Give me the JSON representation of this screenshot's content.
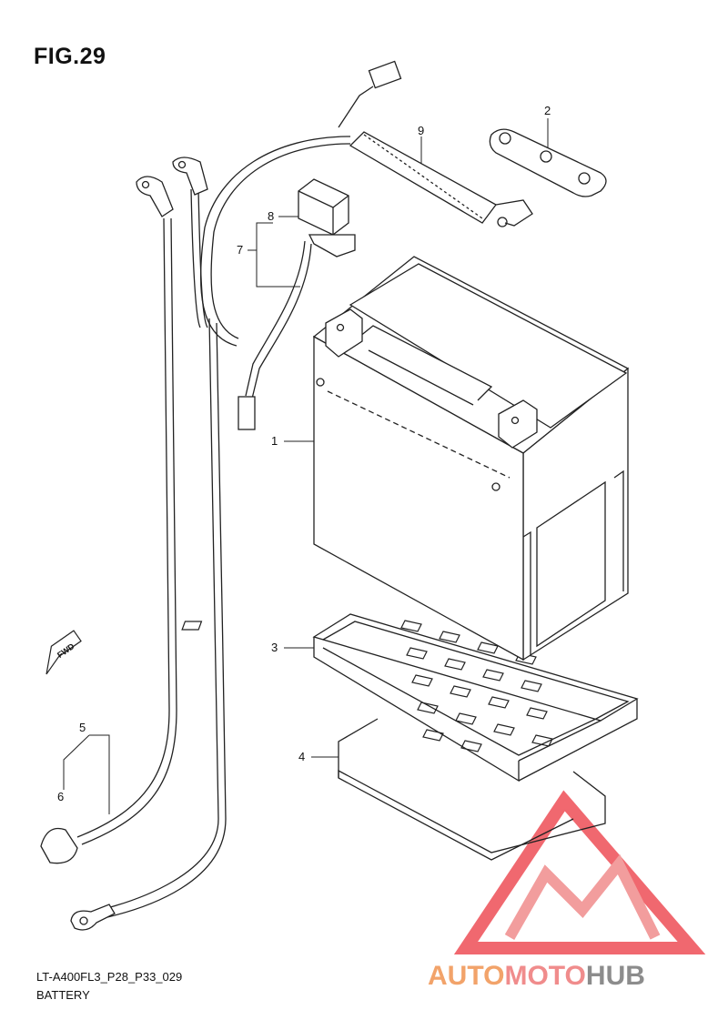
{
  "figure": {
    "title": "FIG.29",
    "code": "LT-A400FL3_P28_P33_029",
    "name": "BATTERY"
  },
  "callouts": [
    "1",
    "2",
    "3",
    "4",
    "5",
    "6",
    "7",
    "8",
    "9"
  ],
  "direction_badge": "FWD",
  "watermark": {
    "auto": "AUTO",
    "moto": "MOTO",
    "hub": "HUB",
    "colors": {
      "auto": "#f2a36a",
      "moto": "#f08c8c",
      "hub": "#8c8c8c",
      "logo": "#ee4e56"
    }
  }
}
